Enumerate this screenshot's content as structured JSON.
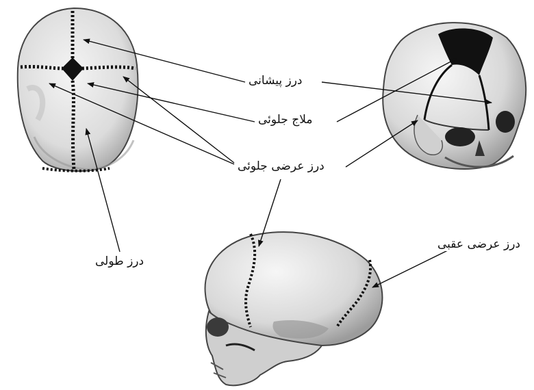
{
  "labels": {
    "frontal_suture": "درز پیشانی",
    "anterior_fontanelle": "ملاج جلوئی",
    "coronal_suture": "درز عرضی جلوئی",
    "sagittal_suture": "درز طولی",
    "lambdoid_suture": "درز عرضی عقبی"
  },
  "colors": {
    "background": "#ffffff",
    "bone_fill": "#e6e6e6",
    "bone_shade": "#bdbdbd",
    "outline": "#333333",
    "suture": "#111111",
    "arrow": "#111111"
  }
}
